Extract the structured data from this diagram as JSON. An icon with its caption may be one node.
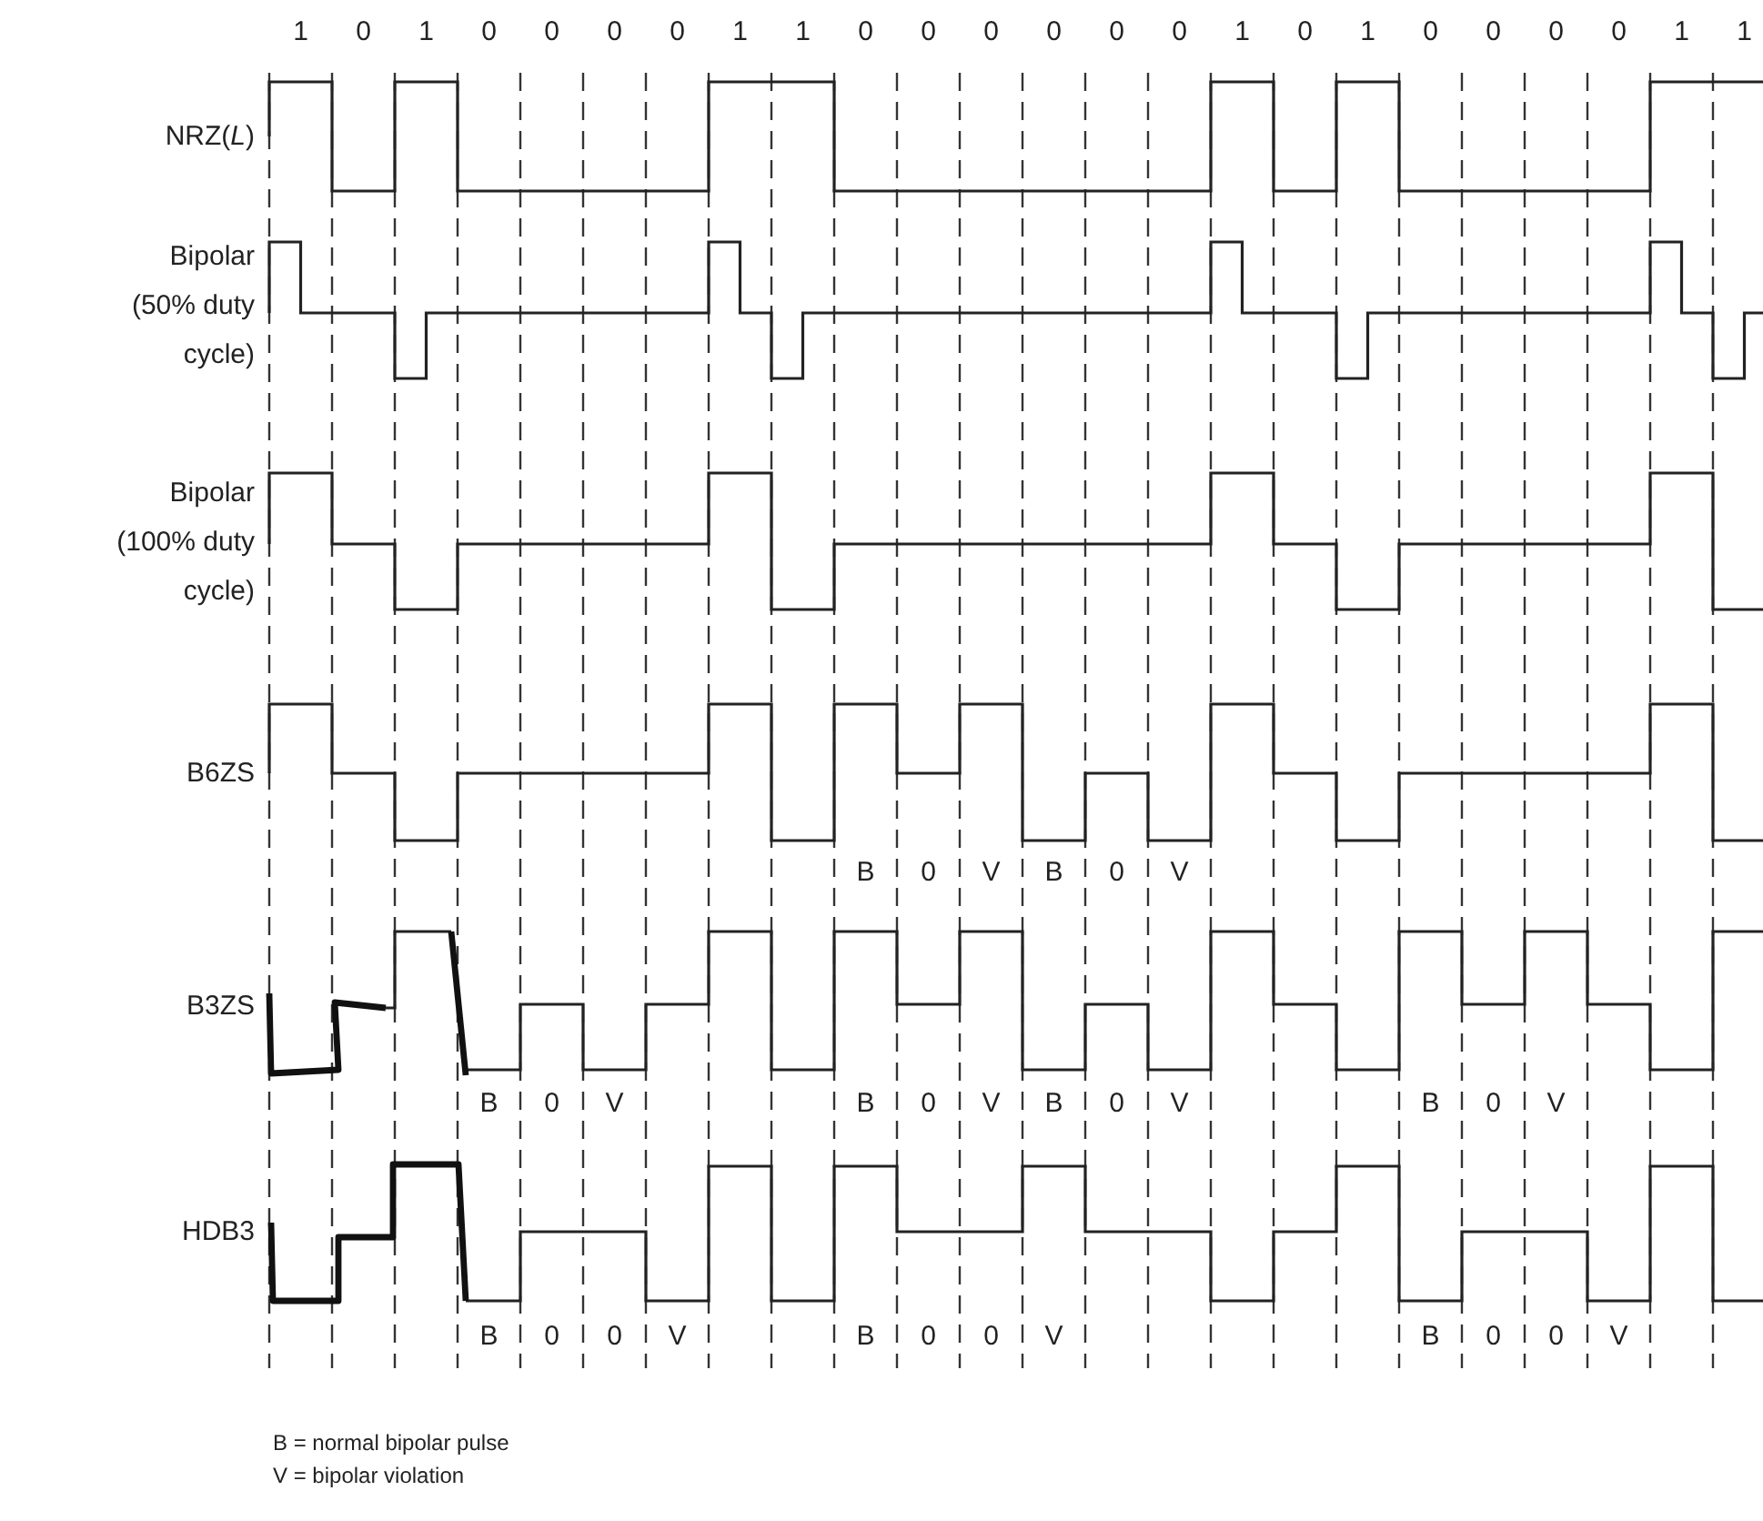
{
  "diagram": {
    "labels": [
      "1",
      "0",
      "1",
      "0",
      "0",
      "0",
      "0",
      "1",
      "1",
      "0",
      "0",
      "0",
      "0",
      "0",
      "0",
      "1",
      "0",
      "1",
      "0",
      "0",
      "0",
      "0",
      "1",
      "1",
      "NRZ(*L*)",
      "Bipolar (50% duty cycle)",
      "Bipolar (100% duty cycle)",
      "B6ZS",
      "B",
      "0",
      "V",
      "B",
      "0",
      "V",
      "B3ZS",
      "B",
      "0",
      "V",
      "B",
      "0",
      "V",
      "B",
      "0",
      "V",
      "B",
      "0",
      "V",
      "HDB3",
      "B",
      "0",
      "0",
      "V",
      "B",
      "0",
      "0",
      "V",
      "B",
      "0",
      "0",
      "V",
      "B = normal bipolar pulse",
      "V = bipolar violation"
    ]
  }
}
